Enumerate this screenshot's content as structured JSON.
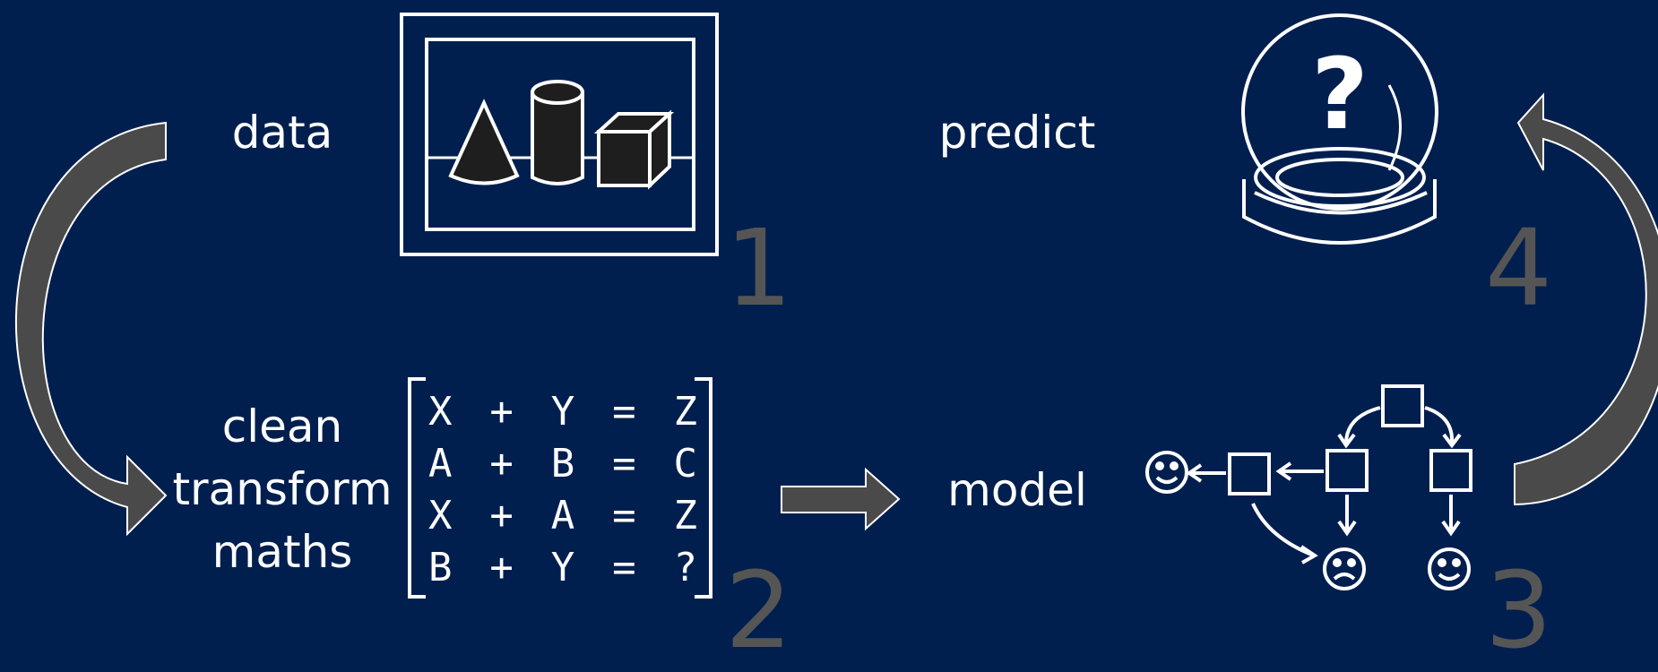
{
  "diagram": {
    "colors": {
      "background": "#001f4f",
      "sketch": "#ffffff",
      "arrow_fill": "#4a4a4a",
      "number": "#555555"
    },
    "steps": [
      {
        "number": "1",
        "label_lines": [
          "data"
        ],
        "icon": "frame-with-shapes-icon"
      },
      {
        "number": "2",
        "label_lines": [
          "clean",
          "transform",
          "maths"
        ],
        "icon": "equations-matrix-icon"
      },
      {
        "number": "3",
        "label_lines": [
          "model"
        ],
        "icon": "decision-tree-icon"
      },
      {
        "number": "4",
        "label_lines": [
          "predict"
        ],
        "icon": "crystal-ball-icon"
      }
    ],
    "equations": [
      [
        "X",
        "+",
        "Y",
        "=",
        "Z"
      ],
      [
        "A",
        "+",
        "B",
        "=",
        "C"
      ],
      [
        "X",
        "+",
        "A",
        "=",
        "Z"
      ],
      [
        "B",
        "+",
        "Y",
        "=",
        "?"
      ]
    ],
    "crystal_ball_glyph": "?"
  }
}
